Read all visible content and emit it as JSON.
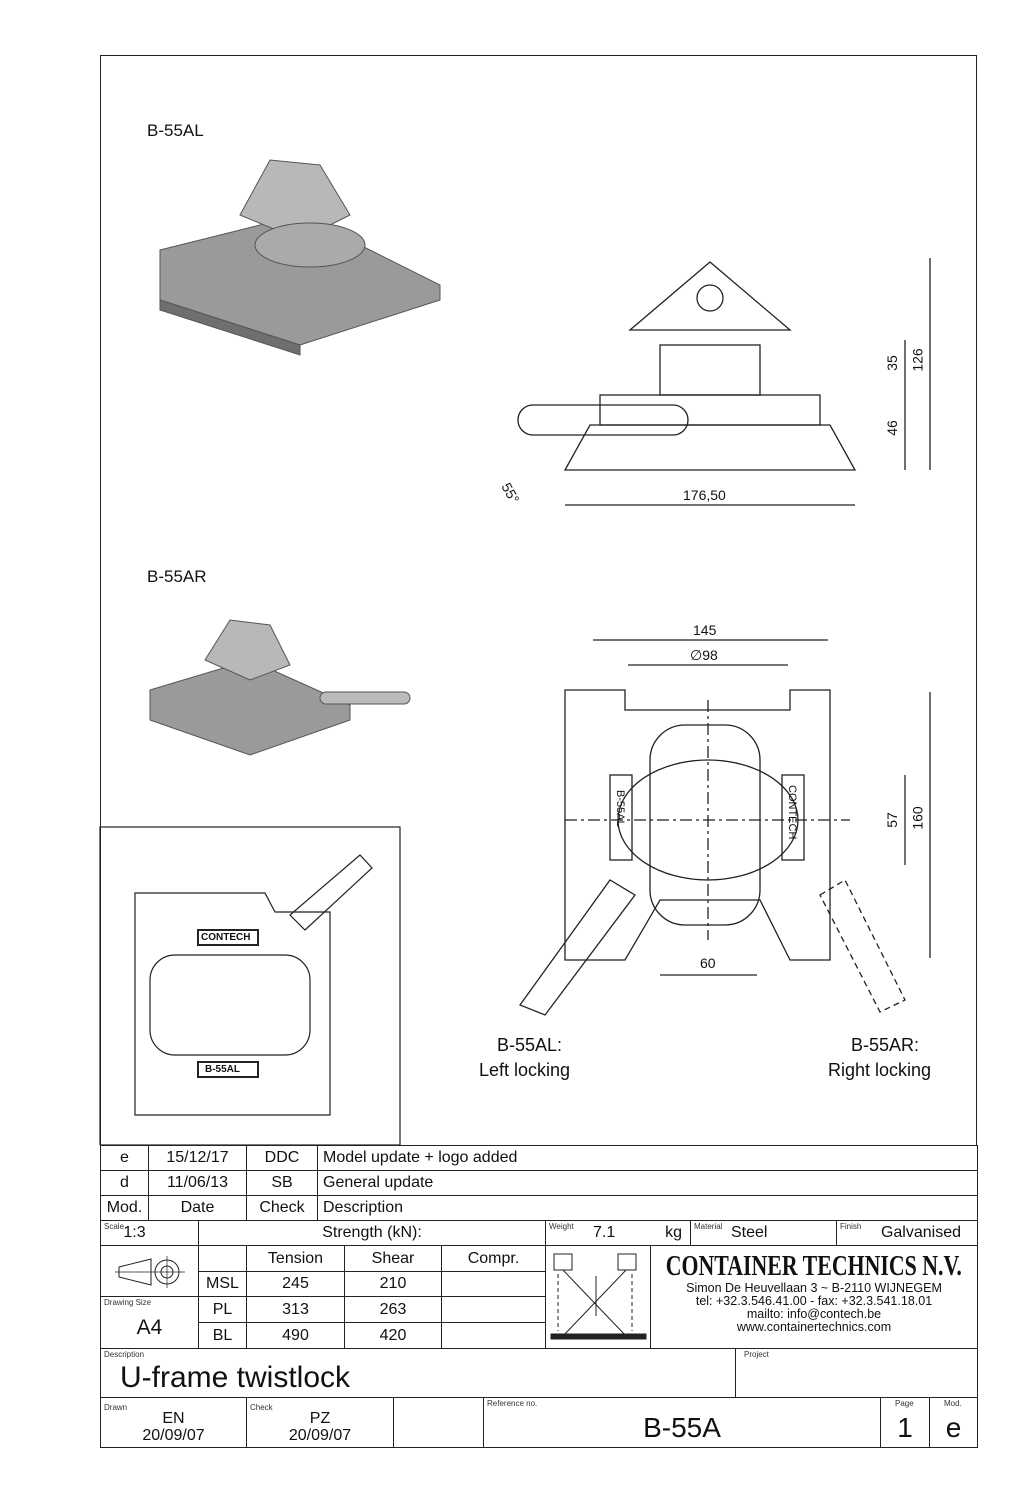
{
  "views": {
    "top_left_label": "B-55AL",
    "mid_left_label": "B-55AR",
    "left_note_a": "B-55AL:",
    "left_note_b": "Left locking",
    "right_note_a": "B-55AR:",
    "right_note_b": "Right locking",
    "logo_front": "CONTECH",
    "logo_side": "B-55AL",
    "part_mark_left": "B-55AL",
    "part_mark_right": "CONTECH"
  },
  "dimensions": {
    "angle": "55°",
    "width_side": "176,50",
    "h35": "35",
    "h46": "46",
    "h126": "126",
    "w145": "145",
    "d98": "∅98",
    "h57": "57",
    "h160": "160",
    "w60": "60"
  },
  "revisions": [
    {
      "mod": "e",
      "date": "15/12/17",
      "check": "DDC",
      "description": "Model update + logo added"
    },
    {
      "mod": "d",
      "date": "11/06/13",
      "check": "SB",
      "description": "General update"
    },
    {
      "mod": "Mod.",
      "date": "Date",
      "check": "Check",
      "description": "Description"
    }
  ],
  "specs": {
    "scale_label": "Scale",
    "scale": "1:3",
    "strength_title": "Strength (kN):",
    "weight_label": "Weight",
    "weight": "7.1",
    "weight_unit": "kg",
    "material_label": "Material",
    "material": "Steel",
    "finish_label": "Finish",
    "finish": "Galvanised",
    "drawing_size_label": "Drawing Size",
    "drawing_size": "A4"
  },
  "strength": {
    "headers": [
      "Tension",
      "Shear",
      "Compr."
    ],
    "rows": [
      {
        "label": "MSL",
        "tension": "245",
        "shear": "210",
        "compr": ""
      },
      {
        "label": "PL",
        "tension": "313",
        "shear": "263",
        "compr": ""
      },
      {
        "label": "BL",
        "tension": "490",
        "shear": "420",
        "compr": ""
      }
    ]
  },
  "company": {
    "name": "CONTAINER TECHNICS N.V.",
    "address": "Simon De Heuvellaan 3 ~ B-2110 WIJNEGEM",
    "phone": "tel: +32.3.546.41.00 - fax: +32.3.541.18.01",
    "email": "mailto: info@contech.be",
    "web": "www.containertechnics.com"
  },
  "description": {
    "label": "Description",
    "value": "U-frame twistlock",
    "project_label": "Project",
    "project": ""
  },
  "footer": {
    "drawn_label": "Drawn",
    "drawn_by": "EN",
    "drawn_date": "20/09/07",
    "check_label": "Check",
    "check_by": "PZ",
    "check_date": "20/09/07",
    "ref_label": "Reference no.",
    "ref": "B-55A",
    "page_label": "Page",
    "page": "1",
    "mod_label": "Mod.",
    "mod": "e"
  }
}
